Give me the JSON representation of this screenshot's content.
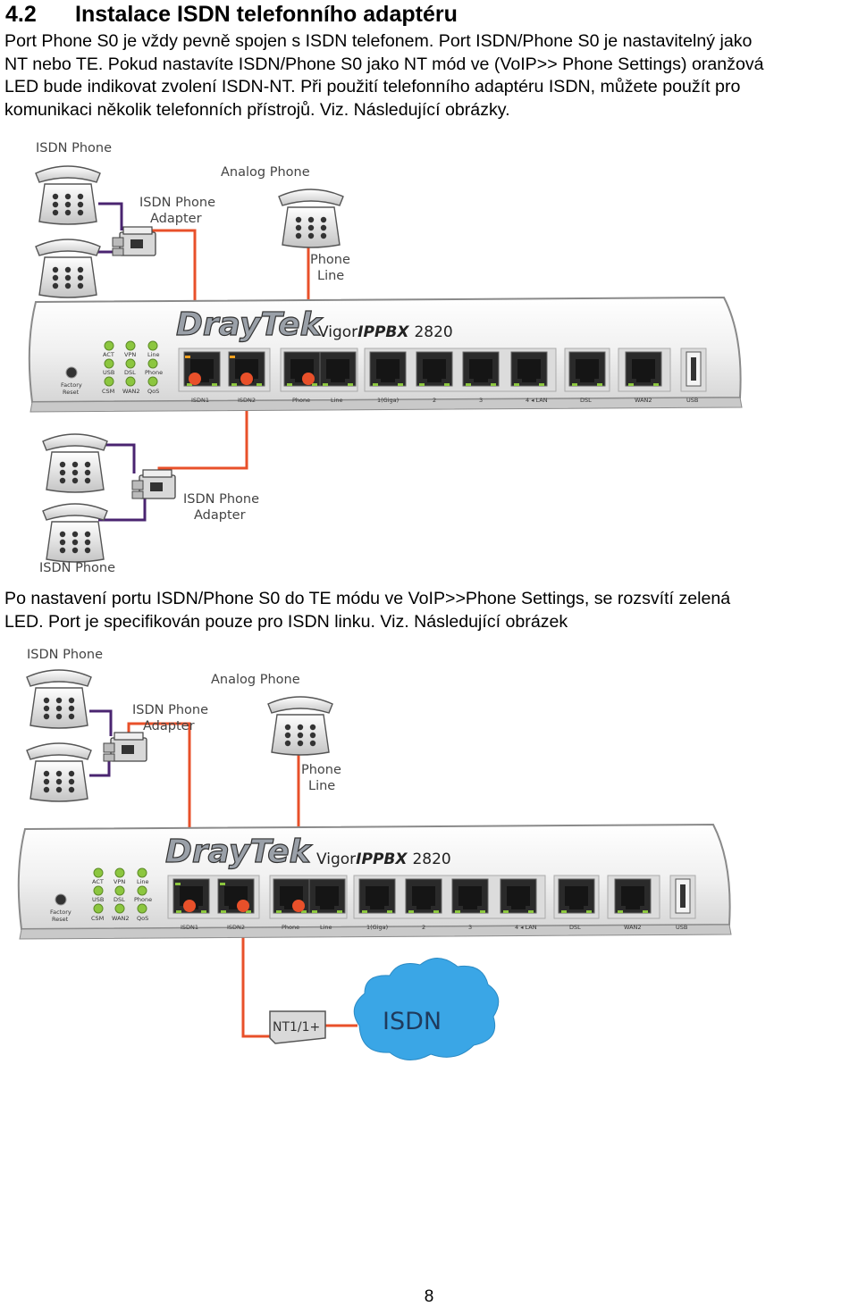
{
  "section": {
    "number": "4.2",
    "title": "Instalace ISDN telefonního adaptéru"
  },
  "paragraph1": {
    "lines": [
      "Port Phone S0 je vždy pevně spojen s ISDN telefonem. Port ISDN/Phone S0 je nastavitelný jako",
      "NT nebo TE. Pokud nastavíte ISDN/Phone S0 jako NT mód ve (VoIP>> Phone Settings) oranžová",
      "LED bude indikovat zvolení ISDN-NT. Při použití telefonního adaptéru ISDN, můžete použít pro",
      "komunikaci několik telefonních přístrojů. Viz. Následující obrázky."
    ]
  },
  "figure1": {
    "label_isdn_phone_top": "ISDN Phone",
    "label_analog_phone": "Analog Phone",
    "label_adapter_top": [
      "ISDN Phone",
      "Adapter"
    ],
    "label_phone_line": [
      "Phone",
      "Line"
    ],
    "label_adapter_bottom": [
      "ISDN Phone",
      "Adapter"
    ],
    "label_isdn_phone_bottom": "ISDN Phone"
  },
  "router": {
    "brand": "DrayTek",
    "model_prefix": "Vigor",
    "model_italic": "IPPBX",
    "model_number": "2820",
    "factory_reset": [
      "Factory",
      "Reset"
    ],
    "leds_row1": [
      "ACT",
      "VPN",
      "Line"
    ],
    "leds_row2": [
      "USB",
      "DSL",
      "Phone"
    ],
    "leds_row3": [
      "CSM",
      "WAN2",
      "QoS"
    ],
    "ports": [
      "ISDN1",
      "ISDN2",
      "Phone",
      "Line",
      "1(Giga)",
      "2",
      "3",
      "4  ◂ LAN",
      "DSL",
      "WAN2",
      "USB"
    ]
  },
  "paragraph2": {
    "lines": [
      "Po nastavení portu ISDN/Phone S0 do TE módu ve VoIP>>Phone Settings, se rozsvítí zelená",
      "LED. Port je specifikován pouze pro ISDN linku. Viz. Následující obrázek"
    ]
  },
  "figure2": {
    "label_isdn_phone": "ISDN Phone",
    "label_analog_phone": "Analog Phone",
    "label_adapter": [
      "ISDN Phone",
      "Adapter"
    ],
    "label_phone_line": [
      "Phone",
      "Line"
    ],
    "nt_box": "NT1/1+",
    "cloud_label": "ISDN"
  },
  "colors": {
    "cable_orange": "#e8502a",
    "cable_purple": "#4a2470",
    "cloud_blue": "#3aa6e6",
    "led_green": "#8cc63f",
    "router_body": "#f2f2f2"
  },
  "page_number": "8"
}
